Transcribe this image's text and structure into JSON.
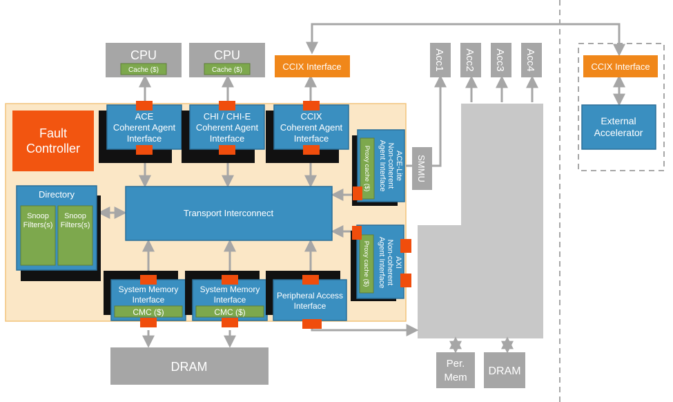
{
  "colors": {
    "grey": "#a6a6a6",
    "light_grey": "#c8c8c8",
    "blue": "#3a8fc0",
    "blue_border": "#2a6f98",
    "green": "#7da84d",
    "orange": "#f0871a",
    "port": "#f04d0c",
    "fault": "#f25510",
    "region": "#fbe7c6",
    "region_border": "#f2c47c",
    "connector": "#a6a6a6",
    "dashed": "#a6a6a6"
  },
  "cpu1": {
    "title": "CPU",
    "cache": "Cache ($)"
  },
  "cpu2": {
    "title": "CPU",
    "cache": "Cache ($)"
  },
  "ccix_top": {
    "label": "CCIX Interface"
  },
  "accelerators": [
    "Acc1",
    "Acc2",
    "Acc3",
    "Acc4"
  ],
  "external": {
    "ccix": "CCIX Interface",
    "accel": [
      "External",
      "Accelerator"
    ]
  },
  "fault_controller": [
    "Fault",
    "Controller"
  ],
  "agents": [
    [
      "ACE",
      "Coherent Agent",
      "Interface"
    ],
    [
      "CHI / CHI-E",
      "Coherent Agent",
      "Interface"
    ],
    [
      "CCIX",
      "Coherent Agent",
      "Interface"
    ]
  ],
  "ace_lite": {
    "lines": [
      "ACE-Lite",
      "Non-coherent",
      "Agent Interface"
    ],
    "proxy": "Proxy cache ($)"
  },
  "axi": {
    "lines": [
      "AXI",
      "Non-coherent",
      "Agent Interface"
    ],
    "proxy": "Proxy cache ($)"
  },
  "smmu": "SMMU",
  "directory": {
    "title": "Directory",
    "filters": [
      [
        "Snoop",
        "Filters(s)"
      ],
      [
        "Snoop",
        "Filters(s)"
      ]
    ]
  },
  "transport": "Transport Interconnect",
  "memory_if": [
    {
      "lines": [
        "System Memory",
        "Interface"
      ],
      "cmc": "CMC ($)"
    },
    {
      "lines": [
        "System Memory",
        "Interface"
      ],
      "cmc": "CMC ($)"
    }
  ],
  "peripheral": [
    "Peripheral Access",
    "Interface"
  ],
  "dram_main": "DRAM",
  "per_mem": [
    "Per.",
    "Mem"
  ],
  "dram_right": "DRAM"
}
